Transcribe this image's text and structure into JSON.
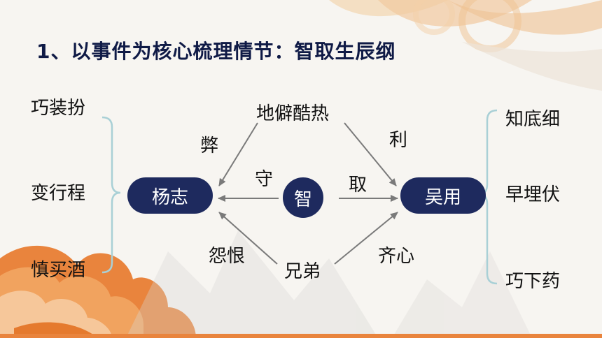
{
  "title": "1、以事件为核心梳理情节：智取生辰纲",
  "left_items": [
    "巧装扮",
    "变行程",
    "慎买酒"
  ],
  "right_items": [
    "知底细",
    "早埋伏",
    "巧下药"
  ],
  "nodes": {
    "yangzhi": "杨志",
    "zhi": "智",
    "wuyong": "吴用",
    "top": "地僻酷热",
    "bottom": "兄弟"
  },
  "edge_labels": {
    "bi": "弊",
    "li": "利",
    "shou": "守",
    "qu": "取",
    "yuanhen": "怨恨",
    "qixin": "齐心"
  },
  "colors": {
    "node_fill": "#1e2a5e",
    "title": "#0f1a46",
    "bracket": "#a9d0d6",
    "arrow": "#7a7a7a",
    "wave_orange": "#e9843d"
  }
}
